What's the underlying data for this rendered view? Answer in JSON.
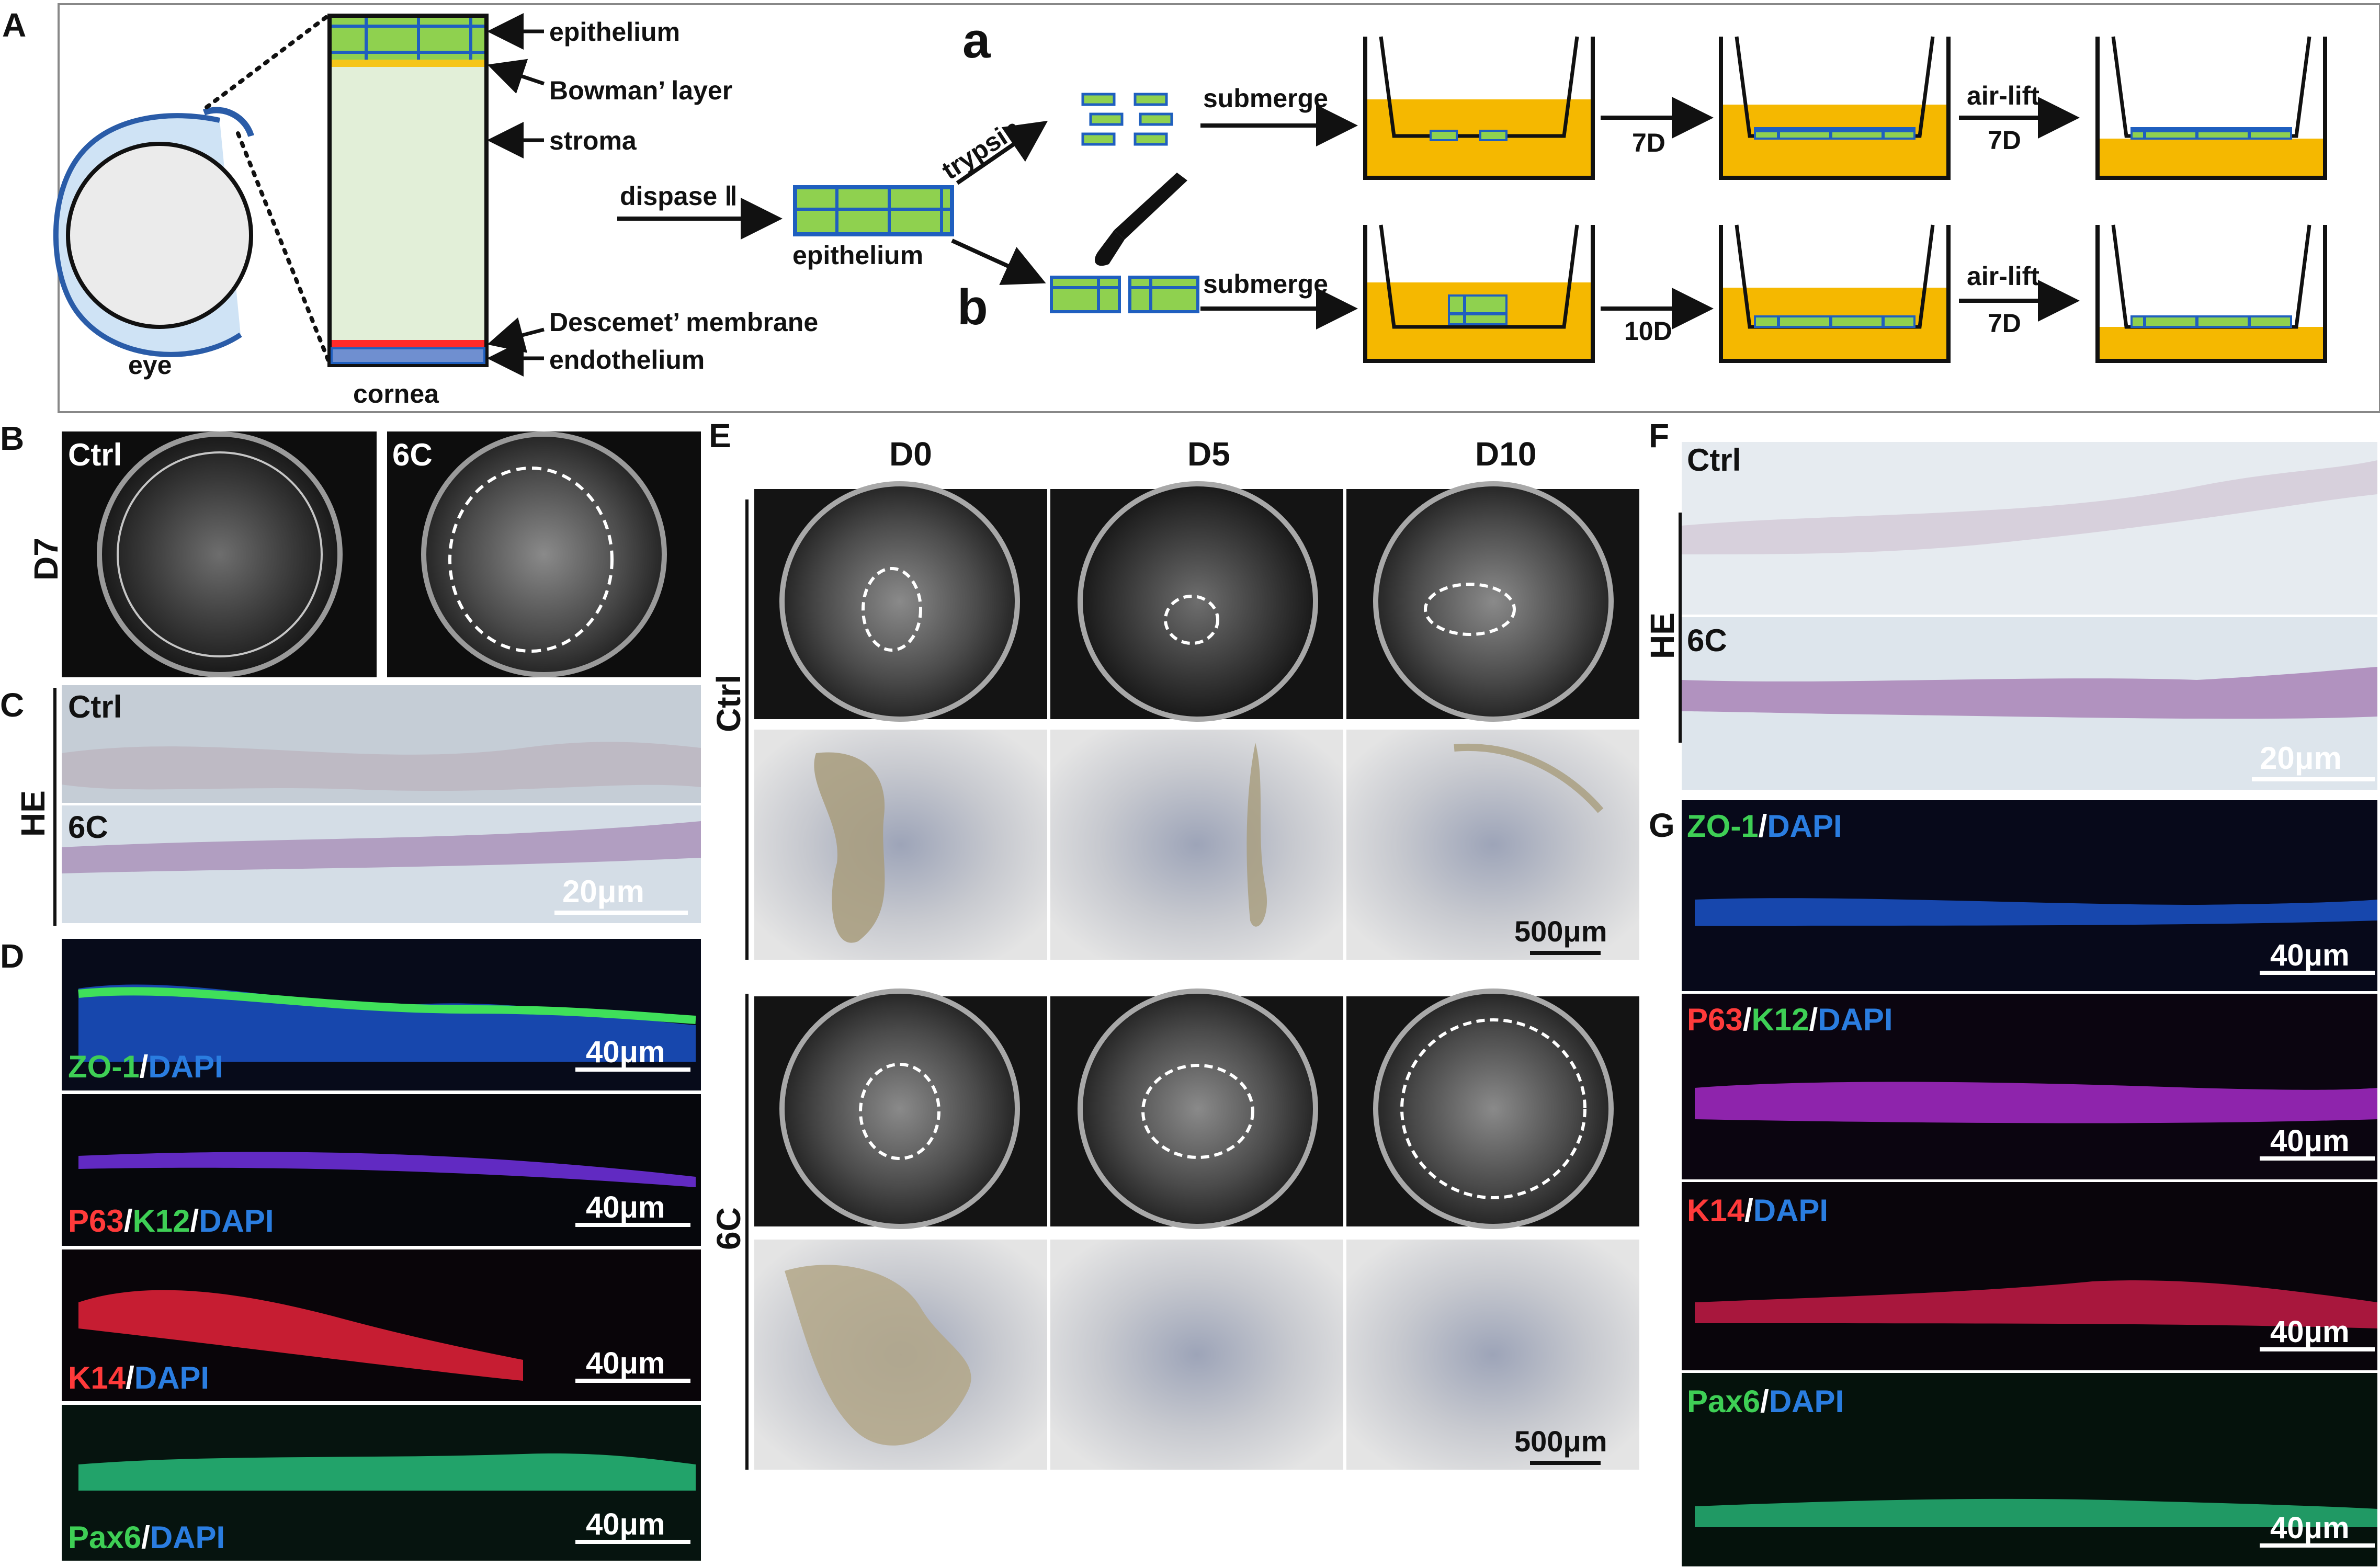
{
  "panels": {
    "A": {
      "label": "A",
      "eye_label": "eye",
      "cornea_label": "cornea",
      "layers": [
        "epithelium",
        "Bowman’ layer",
        "stroma",
        "Descemet’ membrane",
        "endothelium"
      ],
      "dispase": "dispase Ⅱ",
      "epithelium_label": "epithelium",
      "route_a": "a",
      "route_b": "b",
      "trypsin": "trypsin",
      "submerge": "submerge",
      "air_lift": "air-lift",
      "days_a1": "7D",
      "days_a2": "7D",
      "days_b1": "10D",
      "days_b2": "7D"
    },
    "B": {
      "label": "B",
      "ctrl": "Ctrl",
      "six_c": "6C",
      "row": "D7"
    },
    "C": {
      "label": "C",
      "ctrl": "Ctrl",
      "six_c": "6C",
      "stain": "HE",
      "scale": "20μm"
    },
    "D": {
      "label": "D",
      "scale": "40μm",
      "stains": [
        {
          "a": "ZO-1",
          "b": "DAPI"
        },
        {
          "a": "P63",
          "b": "K12",
          "c": "DAPI"
        },
        {
          "a": "K14",
          "b": "DAPI"
        },
        {
          "a": "Pax6",
          "b": "DAPI"
        }
      ]
    },
    "E": {
      "label": "E",
      "cols": [
        "D0",
        "D5",
        "D10"
      ],
      "rows": [
        "Ctrl",
        "6C"
      ],
      "scale": "500μm"
    },
    "F": {
      "label": "F",
      "ctrl": "Ctrl",
      "six_c": "6C",
      "stain": "HE",
      "scale": "20μm"
    },
    "G": {
      "label": "G",
      "scale": "40μm",
      "stains": [
        {
          "a": "ZO-1",
          "b": "DAPI"
        },
        {
          "a": "P63",
          "b": "K12",
          "c": "DAPI"
        },
        {
          "a": "K14",
          "b": "DAPI"
        },
        {
          "a": "Pax6",
          "b": "DAPI"
        }
      ]
    }
  }
}
